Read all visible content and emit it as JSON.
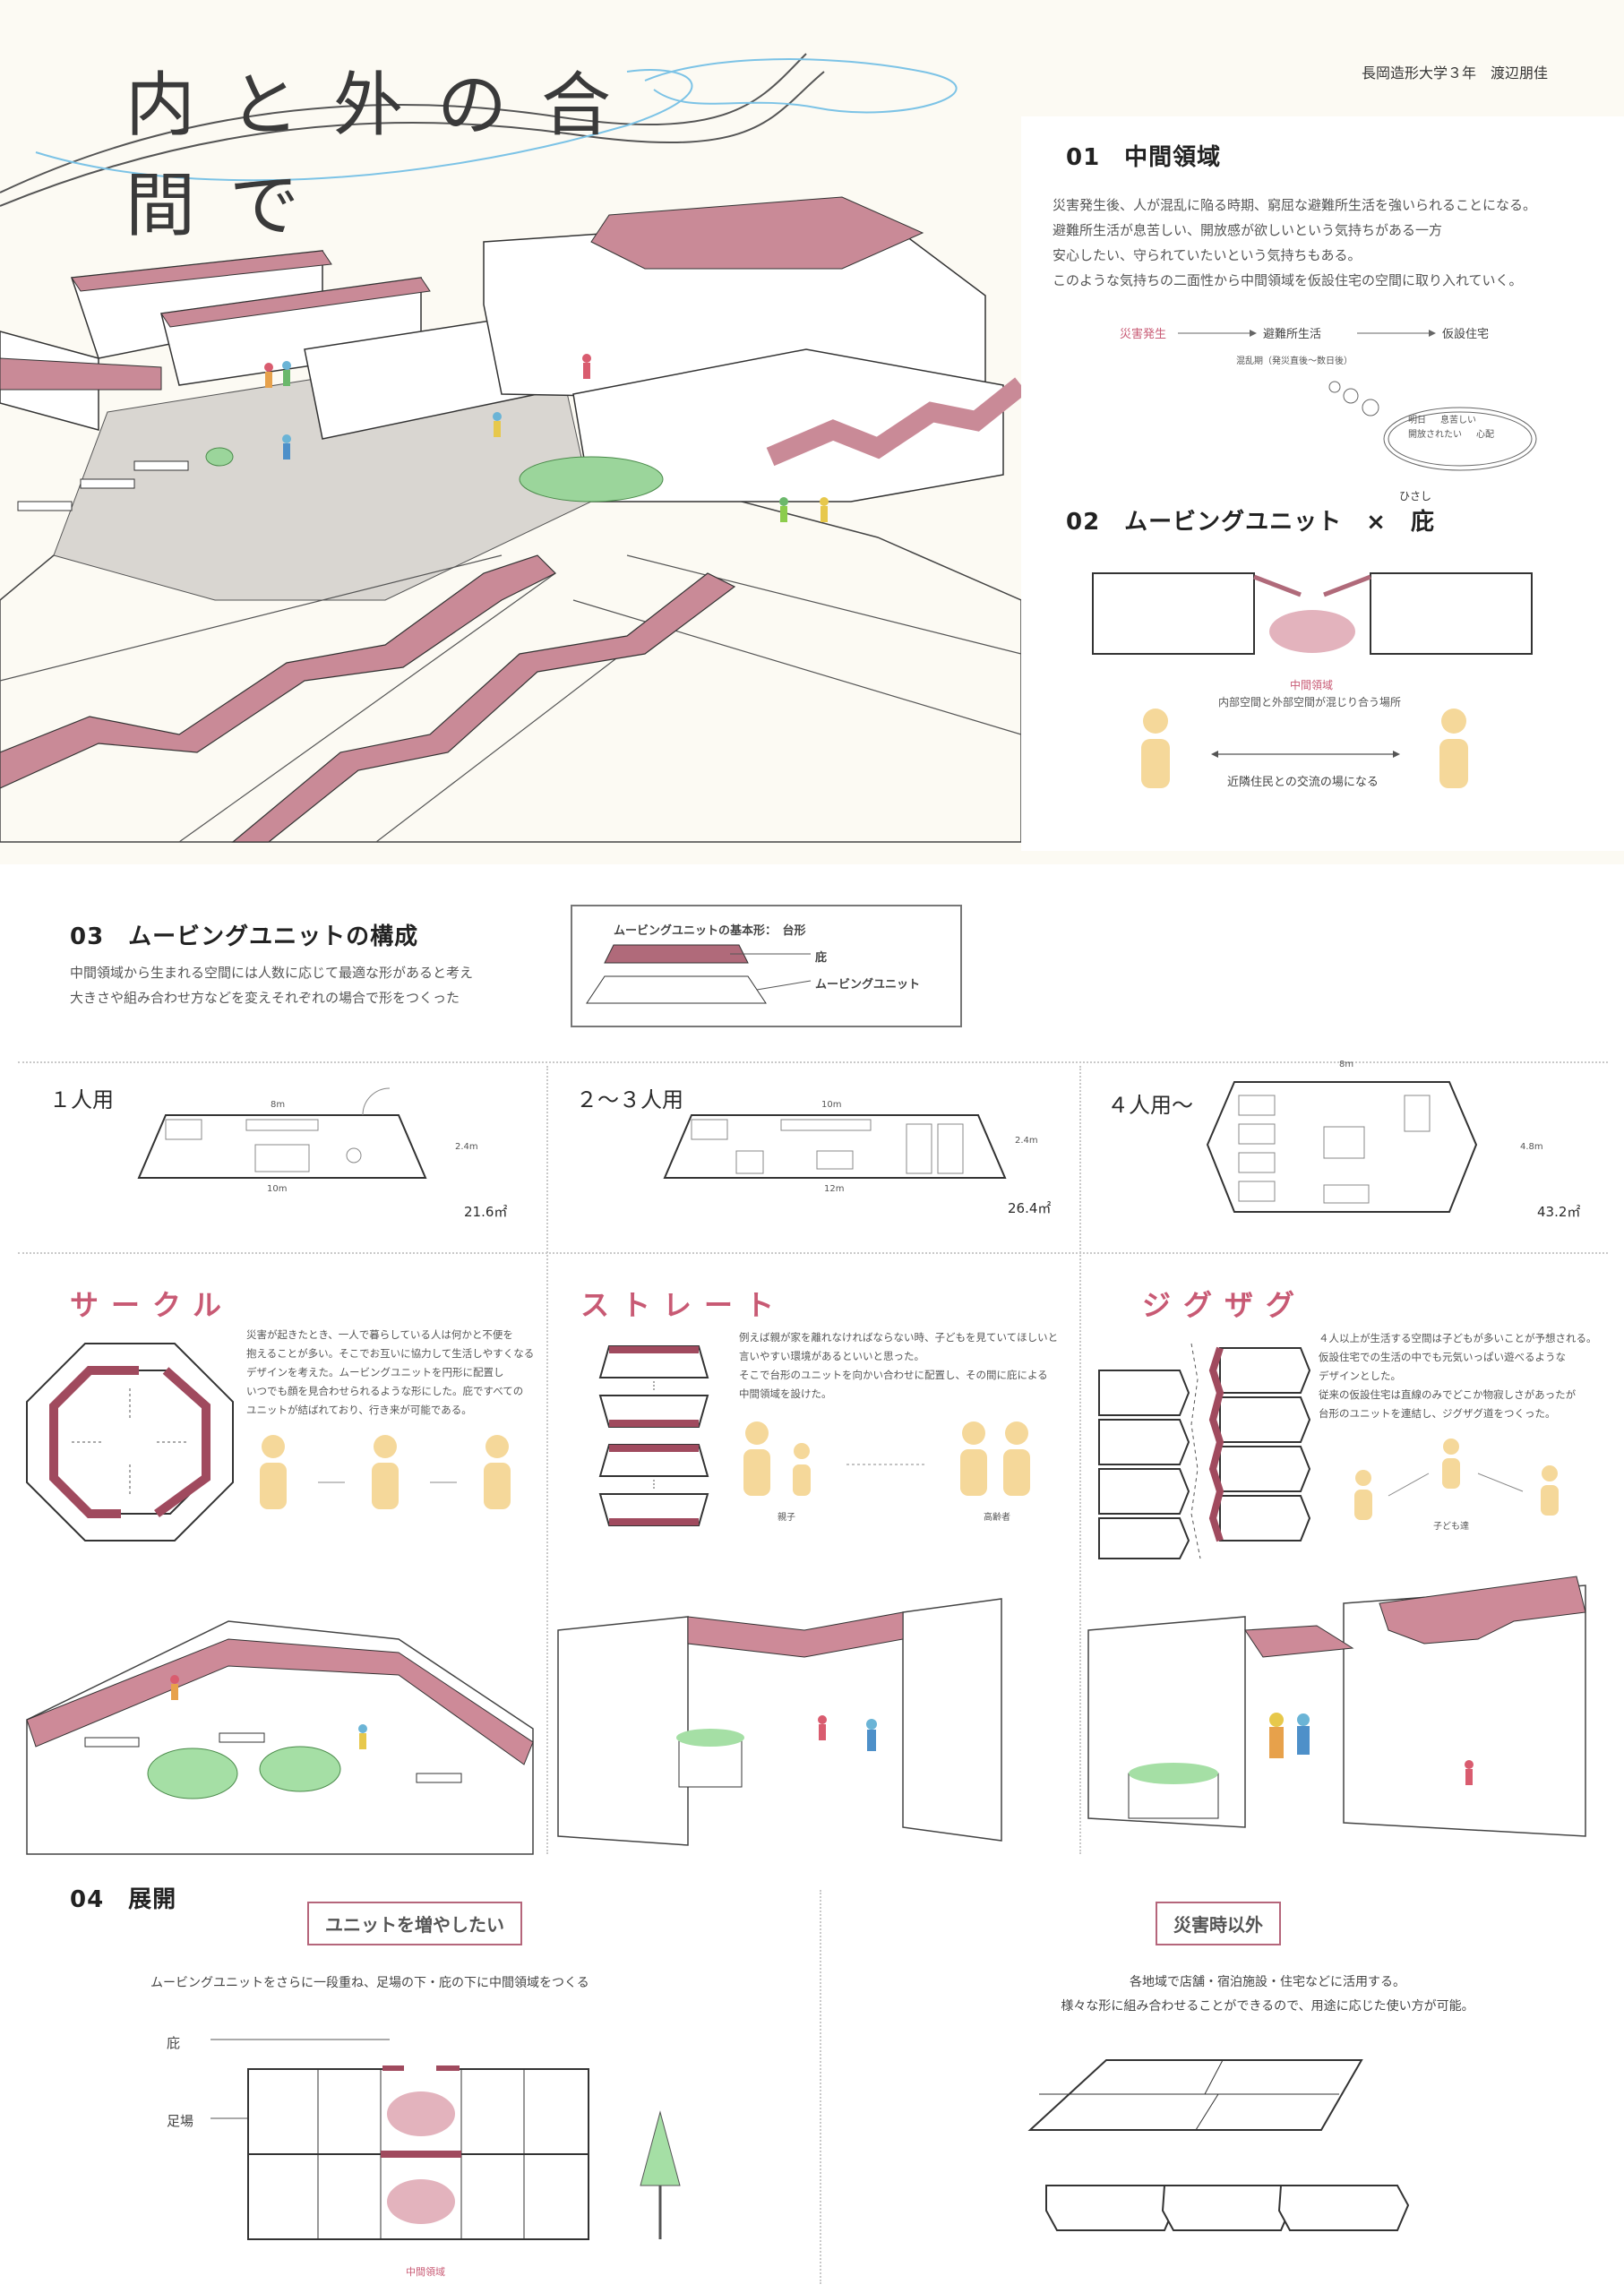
{
  "header": {
    "title": "内と外の合間で",
    "author": "長岡造形大学３年　渡辺朋佳"
  },
  "sec01": {
    "heading": "01　中間領域",
    "lines": [
      "災害発生後、人が混乱に陥る時期、窮屈な避難所生活を強いられることになる。",
      "避難所生活が息苦しい、開放感が欲しいという気持ちがある一方",
      "安心したい、守られていたいという気持ちもある。",
      "このような気持ちの二面性から中間領域を仮設住宅の空間に取り入れていく。"
    ],
    "flow": [
      "災害発生",
      "避難所生活",
      "仮設住宅"
    ],
    "flow_note": "混乱期（発災直後〜数日後）",
    "thought": [
      "明日",
      "息苦しい",
      "開放されたい",
      "心配"
    ]
  },
  "sec02": {
    "heading": "02　ムービングユニット　×　庇",
    "ruby": "ひさし",
    "mid_label": "中間領域",
    "mid_desc": "内部空間と外部空間が混じり合う場所",
    "exchange": "近隣住民との交流の場になる"
  },
  "sec03": {
    "heading": "03　ムービングユニットの構成",
    "lines": [
      "中間領域から生まれる空間には人数に応じて最適な形があると考え",
      "大きさや組み合わせ方などを変えそれぞれの場合で形をつくった"
    ],
    "basic_title": "ムービングユニットの基本形：　台形",
    "label_eave": "庇",
    "label_unit": "ムービングユニット"
  },
  "plans": [
    {
      "title": "１人用",
      "top": "8m",
      "bottom": "10m",
      "side": "2.4m",
      "area": "21.6㎡"
    },
    {
      "title": "２〜３人用",
      "top": "10m",
      "bottom": "12m",
      "side": "2.4m",
      "area": "26.4㎡"
    },
    {
      "title": "４人用〜",
      "top": "8m",
      "side": "4.8m",
      "area": "43.2㎡"
    }
  ],
  "types": [
    {
      "title": "サークル",
      "text": [
        "災害が起きたとき、一人で暮らしている人は何かと不便を",
        "抱えることが多い。そこでお互いに協力して生活しやすくなる",
        "デザインを考えた。ムービングユニットを円形に配置し",
        "いつでも顔を見合わせられるような形にした。庇ですべての",
        "ユニットが結ばれており、行き来が可能である。"
      ]
    },
    {
      "title": "ストレート",
      "text": [
        "例えば親が家を離れなければならない時、子どもを見ていてほしいと",
        "言いやすい環境があるといいと思った。",
        "そこで台形のユニットを向かい合わせに配置し、その間に庇による",
        "中間領域を設けた。"
      ],
      "label_a": "親子",
      "label_b": "高齢者"
    },
    {
      "title": "ジグザグ",
      "text": [
        "４人以上が生活する空間は子どもが多いことが予想される。",
        "仮設住宅での生活の中でも元気いっぱい遊べるような",
        "デザインとした。",
        "従来の仮設住宅は直線のみでどこか物寂しさがあったが",
        "台形のユニットを連結し、ジグザグ道をつくった。"
      ],
      "label": "子ども達"
    }
  ],
  "sec04": {
    "heading": "04　展開",
    "left_box": "ユニットを増やしたい",
    "left_desc": "ムービングユニットをさらに一段重ね、足場の下・庇の下に中間領域をつくる",
    "label_eave": "庇",
    "label_scaffold": "足場",
    "label_mid": "中間領域",
    "right_box": "災害時以外",
    "right_lines": [
      "各地域で店舗・宿泊施設・住宅などに活用する。",
      "様々な形に組み合わせることができるので、用途に応じた使い方が可能。"
    ]
  },
  "colors": {
    "accent": "#c85a74",
    "eave": "#b06a7a",
    "person": "#f5d89a",
    "mid_ellipse": "#e3b3bd",
    "green": "#8ccc8c"
  }
}
